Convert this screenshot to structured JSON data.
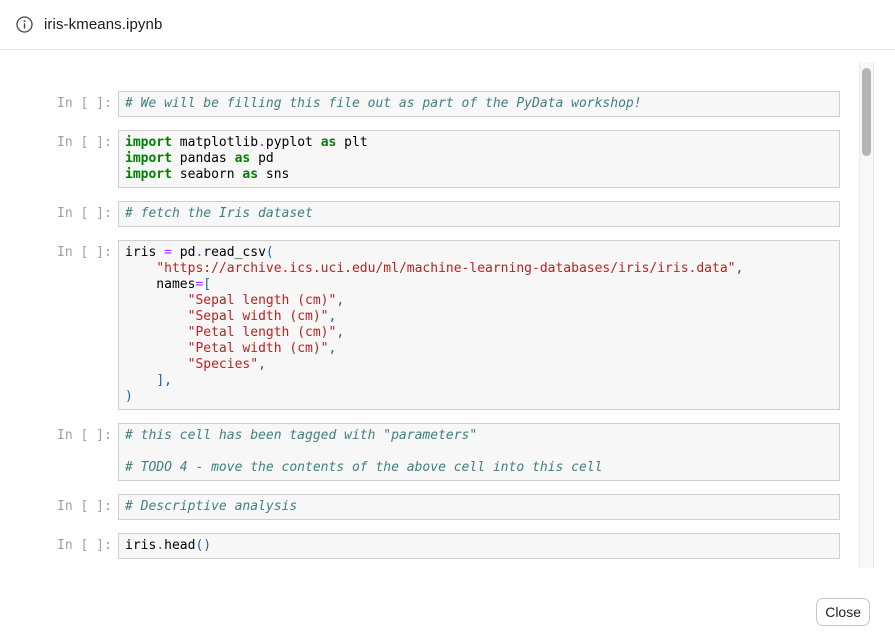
{
  "header": {
    "icon": "info-icon",
    "title": "iris-kmeans.ipynb"
  },
  "dialog": {
    "close_label": "Close"
  },
  "colors": {
    "header_border": "#E7E7E7",
    "cell_bg": "#F7F7F7",
    "cell_border": "#CFCFCF",
    "prompt_text": "#9E9E9E",
    "code_text": "#000000",
    "keyword": "#008000",
    "operator": "#AA22FF",
    "string": "#BA2121",
    "comment": "#408080",
    "punctuation": "#1A5FB4",
    "scrollbar_thumb": "#B5B5B5"
  },
  "notebook": {
    "token_types": {
      "k": "keyword",
      "o": "operator",
      "s": "string",
      "c": "comment",
      "p": "punctuation",
      "t": "text"
    },
    "cells": [
      {
        "prompt": "In [ ]:",
        "lines": [
          [
            [
              "c",
              "# We will be filling this file out as part of the PyData workshop!"
            ]
          ]
        ]
      },
      {
        "prompt": "In [ ]:",
        "lines": [
          [
            [
              "k",
              "import"
            ],
            [
              "t",
              " matplotlib"
            ],
            [
              "o",
              "."
            ],
            [
              "t",
              "pyplot "
            ],
            [
              "k",
              "as"
            ],
            [
              "t",
              " plt"
            ]
          ],
          [
            [
              "k",
              "import"
            ],
            [
              "t",
              " pandas "
            ],
            [
              "k",
              "as"
            ],
            [
              "t",
              " pd"
            ]
          ],
          [
            [
              "k",
              "import"
            ],
            [
              "t",
              " seaborn "
            ],
            [
              "k",
              "as"
            ],
            [
              "t",
              " sns"
            ]
          ]
        ]
      },
      {
        "prompt": "In [ ]:",
        "lines": [
          [
            [
              "c",
              "# fetch the Iris dataset"
            ]
          ]
        ]
      },
      {
        "prompt": "In [ ]:",
        "lines": [
          [
            [
              "t",
              "iris "
            ],
            [
              "o",
              "="
            ],
            [
              "t",
              " pd"
            ],
            [
              "o",
              "."
            ],
            [
              "t",
              "read_csv"
            ],
            [
              "p",
              "("
            ]
          ],
          [
            [
              "t",
              "    "
            ],
            [
              "s",
              "\"https://archive.ics.uci.edu/ml/machine-learning-databases/iris/iris.data\""
            ],
            [
              "p",
              ","
            ]
          ],
          [
            [
              "t",
              "    names"
            ],
            [
              "o",
              "="
            ],
            [
              "p",
              "["
            ]
          ],
          [
            [
              "t",
              "        "
            ],
            [
              "s",
              "\"Sepal length (cm)\""
            ],
            [
              "p",
              ","
            ]
          ],
          [
            [
              "t",
              "        "
            ],
            [
              "s",
              "\"Sepal width (cm)\""
            ],
            [
              "p",
              ","
            ]
          ],
          [
            [
              "t",
              "        "
            ],
            [
              "s",
              "\"Petal length (cm)\""
            ],
            [
              "p",
              ","
            ]
          ],
          [
            [
              "t",
              "        "
            ],
            [
              "s",
              "\"Petal width (cm)\""
            ],
            [
              "p",
              ","
            ]
          ],
          [
            [
              "t",
              "        "
            ],
            [
              "s",
              "\"Species\""
            ],
            [
              "p",
              ","
            ]
          ],
          [
            [
              "t",
              "    "
            ],
            [
              "p",
              "],"
            ]
          ],
          [
            [
              "p",
              ")"
            ]
          ]
        ]
      },
      {
        "prompt": "In [ ]:",
        "lines": [
          [
            [
              "c",
              "# this cell has been tagged with \"parameters\""
            ]
          ],
          [],
          [
            [
              "c",
              "# TODO 4 - move the contents of the above cell into this cell"
            ]
          ]
        ]
      },
      {
        "prompt": "In [ ]:",
        "lines": [
          [
            [
              "c",
              "# Descriptive analysis"
            ]
          ]
        ]
      },
      {
        "prompt": "In [ ]:",
        "lines": [
          [
            [
              "t",
              "iris"
            ],
            [
              "o",
              "."
            ],
            [
              "t",
              "head"
            ],
            [
              "p",
              "()"
            ]
          ]
        ]
      }
    ]
  }
}
